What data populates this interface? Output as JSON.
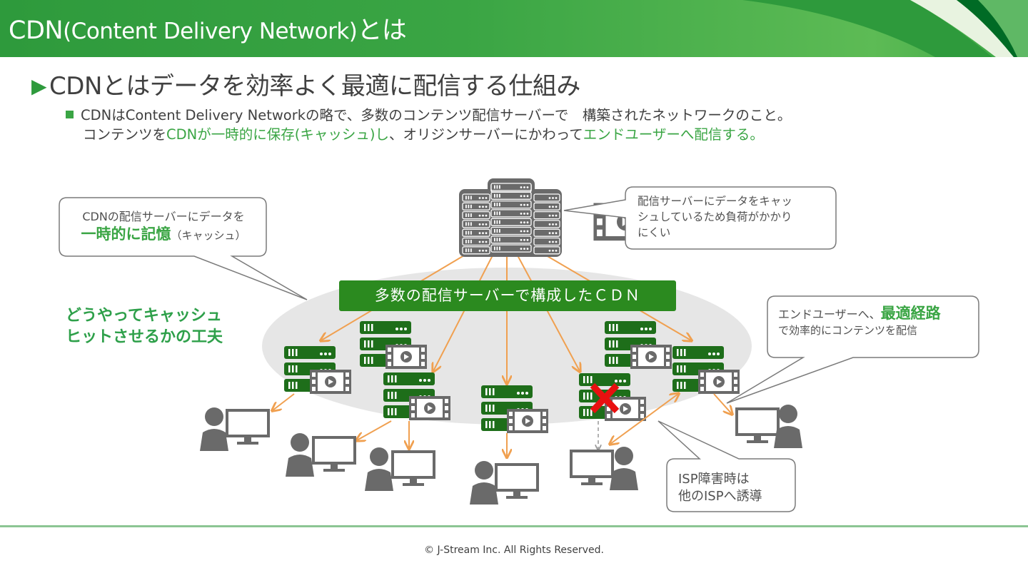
{
  "header": {
    "title_main": "CDN",
    "title_paren": "(Content Delivery Network)",
    "title_suffix": "とは",
    "colors": {
      "primary_green": "#3aa544",
      "dark_green": "#2b8a1f",
      "accent_green": "#006b25"
    }
  },
  "subtitle": {
    "marker": "▶",
    "text": "CDNとはデータを効率よく最適に配信する仕組み"
  },
  "bullet": {
    "line1": "CDNはContent Delivery Networkの略で、多数のコンテンツ配信サーバーで　構築されたネットワークのこと。",
    "line2_a": "コンテンツを",
    "line2_b_green": "CDNが一時的に保存(キャッシュ)し",
    "line2_c": "、オリジンサーバーにかわって",
    "line2_d_green": "エンドユーザーへ配信する。"
  },
  "diagram": {
    "cdn_label": "多数の配信サーバーで構成したＣＤＮ",
    "tip_line1": "どうやってキャッシュ",
    "tip_line2": "ヒットさせるかの工夫",
    "callout_cache": {
      "line1": "CDNの配信サーバーにデータを",
      "line2_big": "一時的に記憶",
      "line2_small": "（キャッシュ）"
    },
    "callout_load": {
      "line1": "配信サーバーにデータをキャッ",
      "line2": "シュしているため負荷がかかり",
      "line3": "にくい"
    },
    "callout_route": {
      "line1_a": "エンドユーザーへ、",
      "line1_big": "最適経路",
      "line2": "で効率的にコンテンツを配信"
    },
    "callout_isp": {
      "line1": "ISP障害時は",
      "line2": "他のISPへ誘導"
    },
    "colors": {
      "arrow": "#f0a050",
      "server_green": "#1e6e1a",
      "icon_gray": "#6a6a6a",
      "failure_red": "#e81010",
      "cloud_gray": "#e6e6e6"
    }
  },
  "footer": {
    "copyright": "© J-Stream Inc. All Rights Reserved."
  }
}
